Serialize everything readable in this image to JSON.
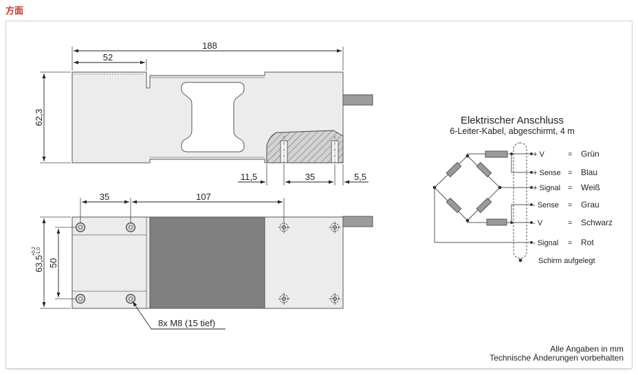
{
  "header": {
    "title": "方面"
  },
  "top_view": {
    "dim_total_length": "188",
    "dim_left_offset": "52",
    "dim_height": "62,3",
    "dim_hole_left": "11,5",
    "dim_hole_spacing": "35",
    "dim_hole_right": "5,5"
  },
  "bottom_view": {
    "dim_hole_spacing_left": "35",
    "dim_hole_spacing_main": "107",
    "dim_width": "63,5",
    "dim_width_tolerance_upper": "+0,2",
    "dim_width_tolerance_lower": "-1,0",
    "dim_inner_width": "50",
    "thread_label": "8x M8 (15 tief)"
  },
  "connection": {
    "title": "Elektrischer Anschluss",
    "subtitle": "6-Leiter-Kabel, abgeschirmt, 4 m",
    "wires": [
      {
        "signal": "+ V",
        "eq": "=",
        "color": "Grün"
      },
      {
        "signal": "+ Sense",
        "eq": "=",
        "color": "Blau"
      },
      {
        "signal": "+ Signal",
        "eq": "=",
        "color": "Weiß"
      },
      {
        "signal": "- Sense",
        "eq": "=",
        "color": "Grau"
      },
      {
        "signal": "- V",
        "eq": "=",
        "color": "Schwarz"
      },
      {
        "signal": "- Signal",
        "eq": "=",
        "color": "Rot"
      }
    ],
    "shield": "Schirm aufgelegt"
  },
  "footer": {
    "note1": "Alle Angaben in mm",
    "note2": "Technische Änderungen vorbehalten"
  },
  "colors": {
    "header": "#c0392b",
    "body_fill": "#ebebeb",
    "gauge_fill": "#808080",
    "resistor": "#9a9a9a"
  }
}
